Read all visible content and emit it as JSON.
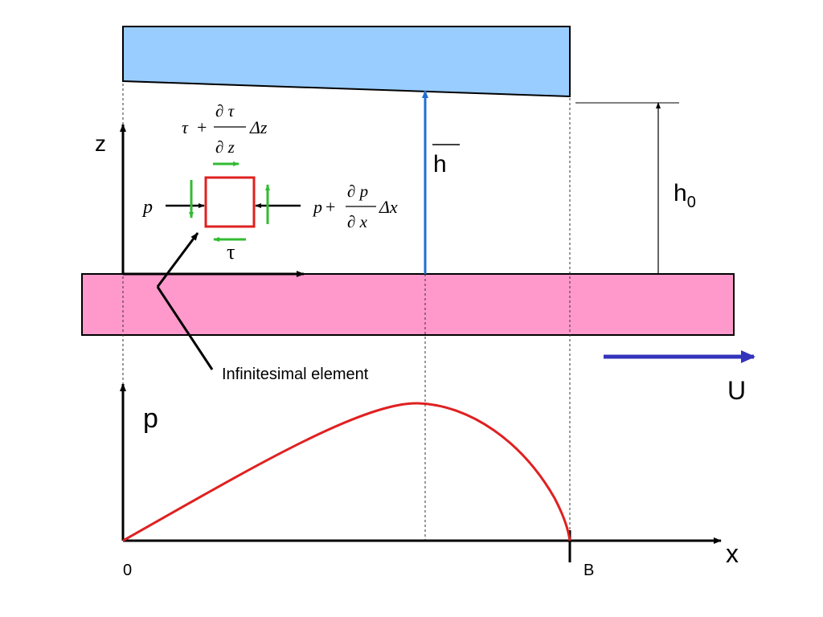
{
  "labels": {
    "z_axis": "z",
    "x_axis": "x",
    "p_axis": "p",
    "origin": "0",
    "end": "B",
    "h": "h",
    "h0_main": "h",
    "h0_sub": "0",
    "velocity": "U",
    "element": "Infinitesimal element"
  },
  "equations": {
    "tau_top": {
      "tau": "τ",
      "plus": "+",
      "num": "∂ τ",
      "den": "∂ z",
      "delta": "Δz"
    },
    "p_left": "p",
    "p_right": {
      "p": "p",
      "plus": "+",
      "num": "∂ p",
      "den": "∂ x",
      "delta": "Δx"
    },
    "tau_bottom": "τ"
  },
  "colors": {
    "upper_plate": "#99ccff",
    "lower_plate": "#ff99cc",
    "element_box": "#e02020",
    "shear_arrow": "#33bb33",
    "h_arrow": "#1f6fd0",
    "velocity_arrow": "#3333bb",
    "pressure_curve": "#e02020"
  }
}
